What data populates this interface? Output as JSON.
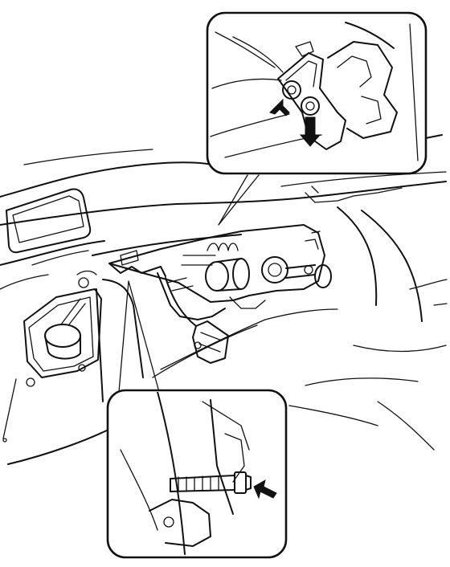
{
  "figure": {
    "colors": {
      "ink": "#111111",
      "paper": "#ffffff"
    },
    "main_view": "steering-column-assembly-under-instrument-panel",
    "callouts": [
      {
        "name": "upper-callout",
        "arrow_count": 2,
        "icon": "arrow-icon"
      },
      {
        "name": "lower-callout",
        "arrow_count": 1,
        "icon": "arrow-icon"
      }
    ]
  }
}
